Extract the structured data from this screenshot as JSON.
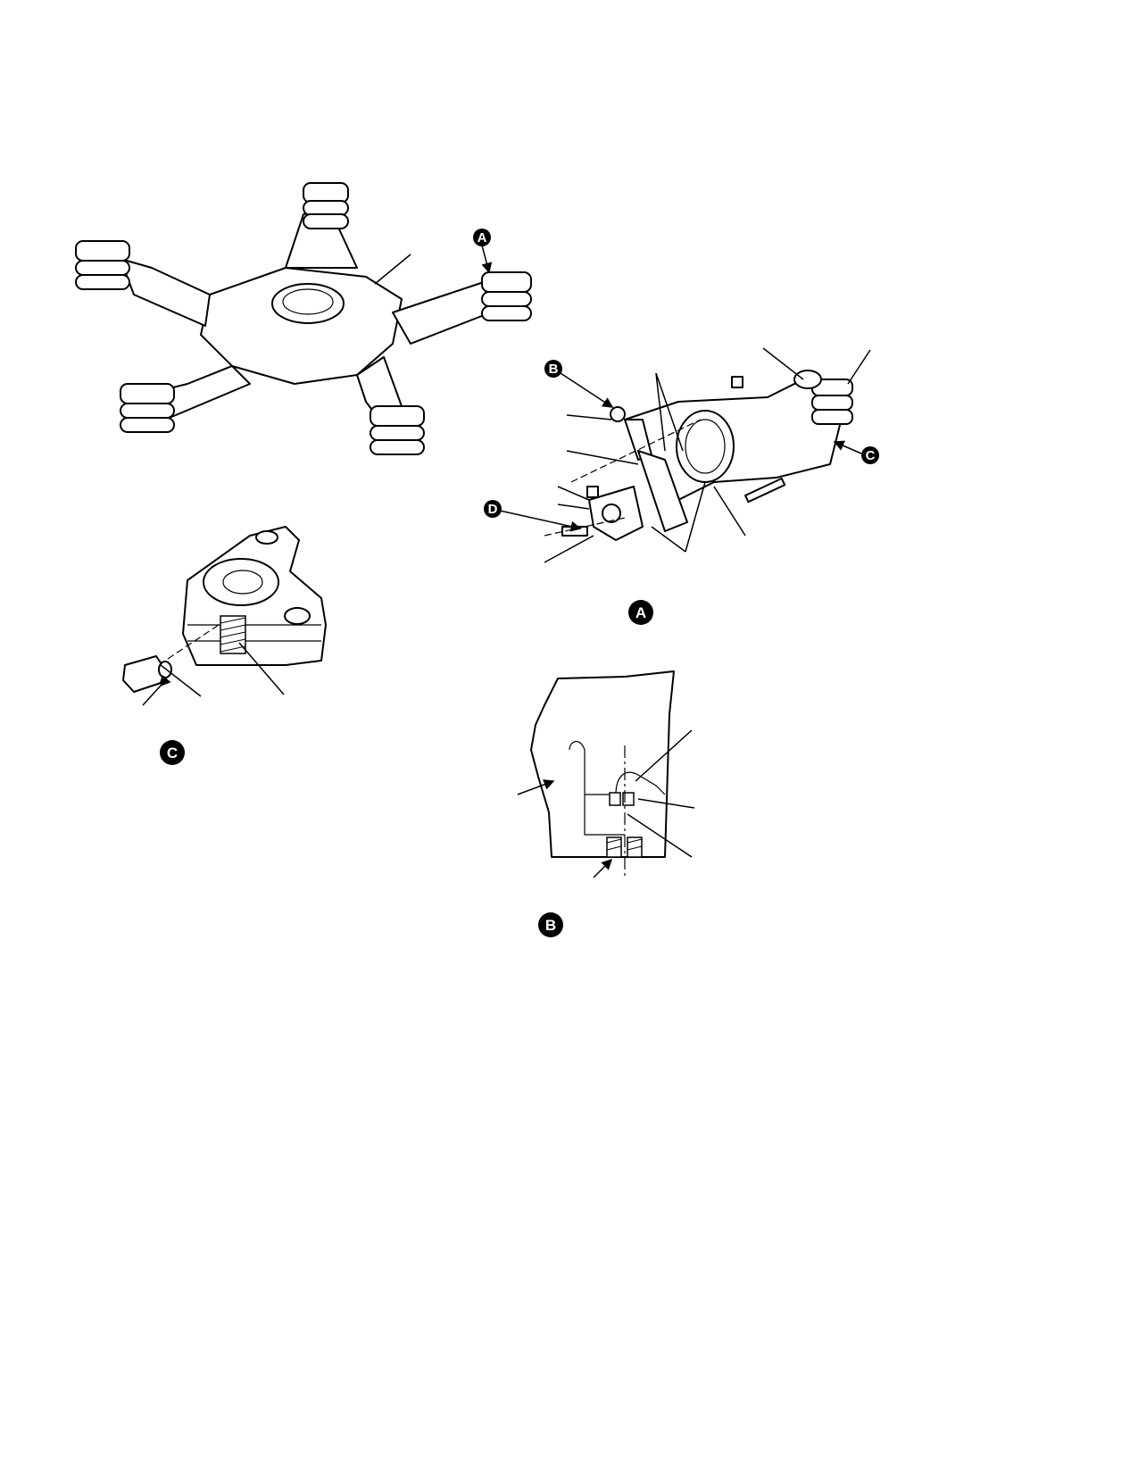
{
  "callouts": {
    "main_view_a": "A",
    "view_a_b": "B",
    "view_a_c": "C",
    "view_a_d": "D",
    "view_a_label": "A",
    "view_b_label": "B",
    "view_c_label": "C"
  },
  "colors": {
    "ink": "#000000",
    "paper": "#ffffff"
  }
}
